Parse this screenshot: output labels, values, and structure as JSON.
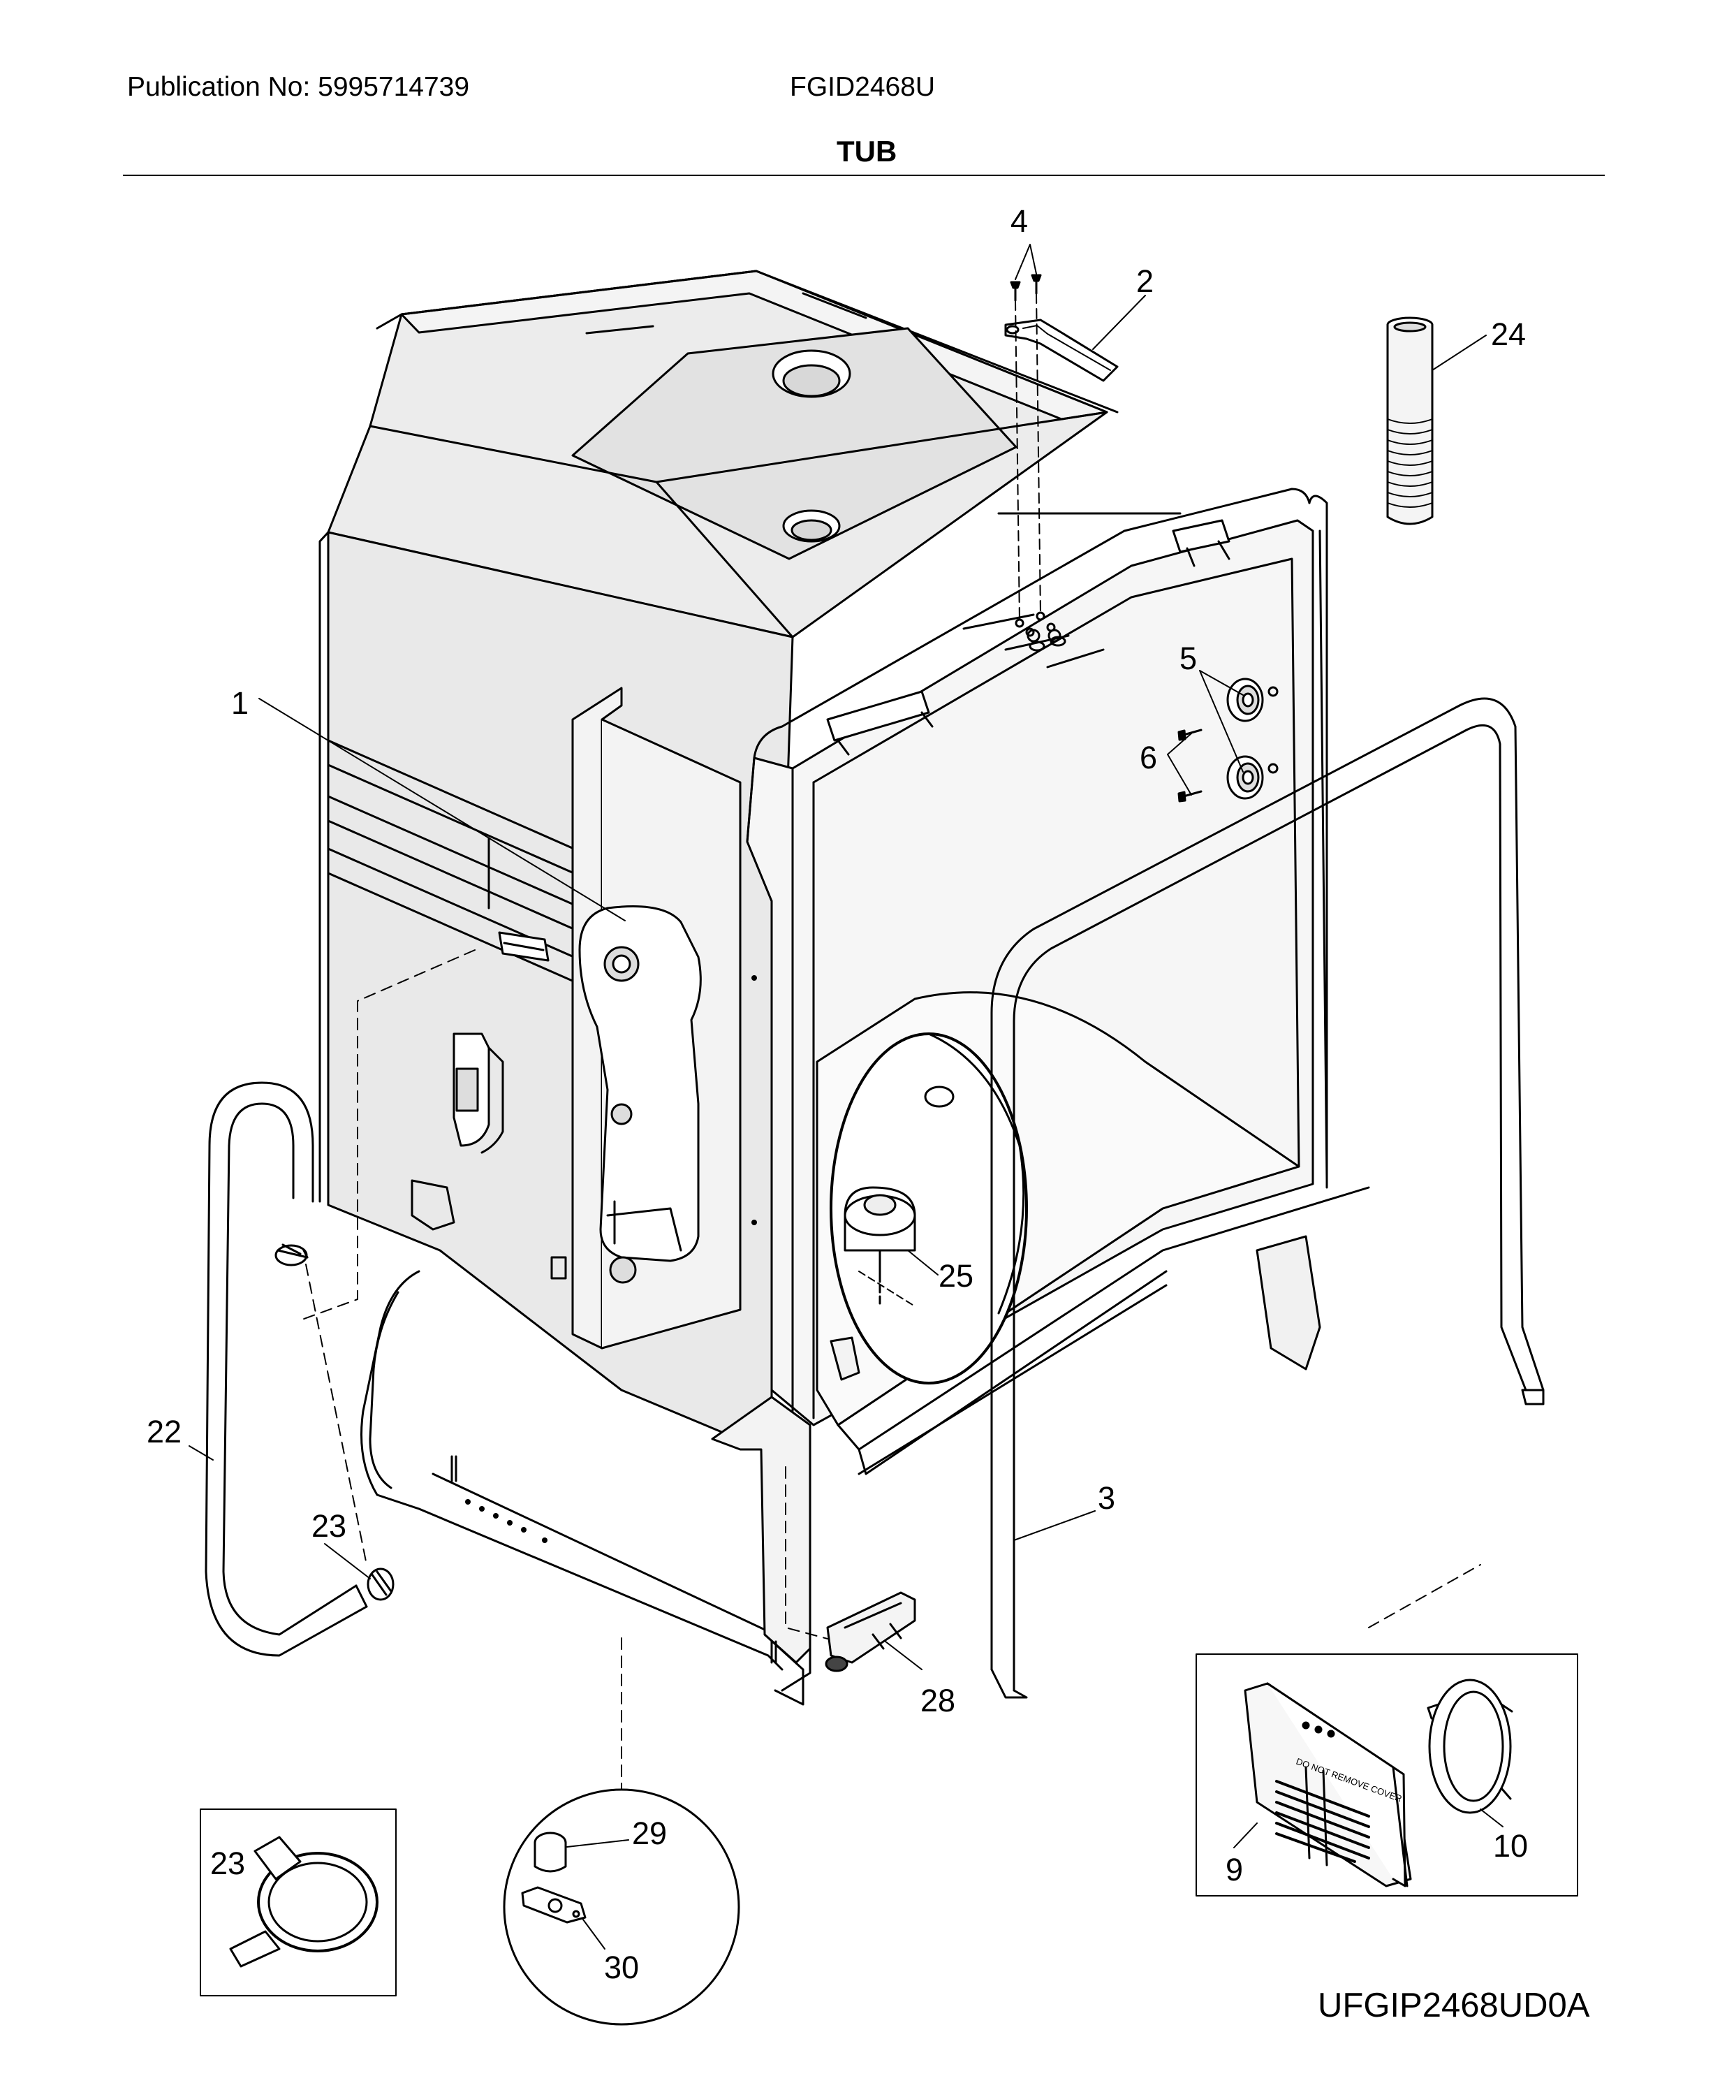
{
  "header": {
    "publication": "Publication No: 5995714739",
    "model": "FGID2468U",
    "title": "TUB"
  },
  "footer": {
    "diagram_ref": "UFGIP2468UD0A"
  },
  "parts": {
    "p1": "1",
    "p2": "2",
    "p3": "3",
    "p4": "4",
    "p5": "5",
    "p6": "6",
    "p9": "9",
    "p10": "10",
    "p22": "22",
    "p23a": "23",
    "p23b": "23",
    "p24": "24",
    "p25": "25",
    "p28": "28",
    "p29": "29",
    "p30": "30"
  },
  "cover_text": "DO NOT REMOVE COVER"
}
